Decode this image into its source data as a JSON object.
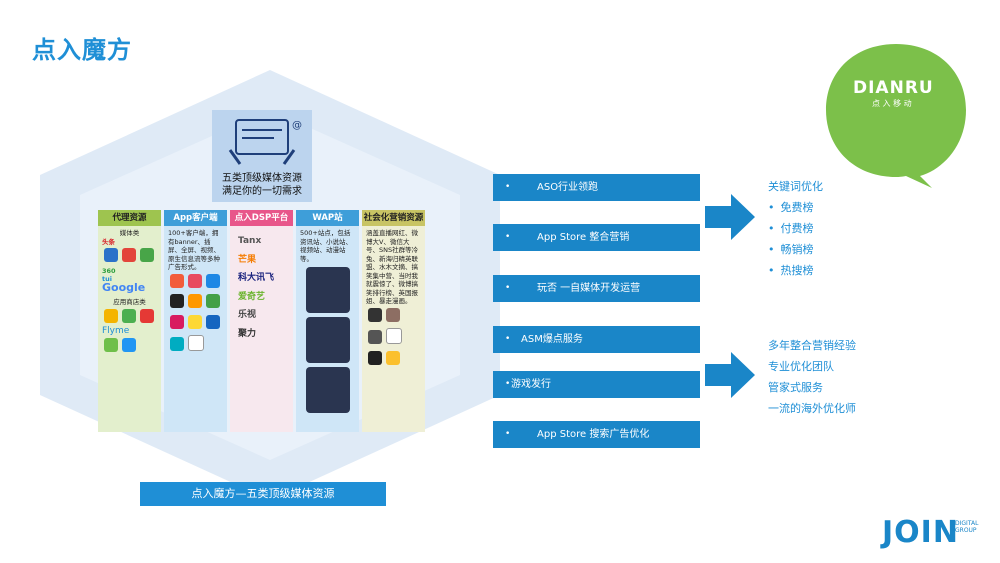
{
  "title": "点入魔方",
  "logo": {
    "brand": "DIANRU",
    "sub": "点 入 移 动"
  },
  "hexagon": {
    "caption_line1": "五类顶级媒体资源",
    "caption_line2": "满足你的一切需求",
    "columns": [
      {
        "header": "代理资源",
        "body": "媒体类",
        "section2": "应用商店类",
        "brands": [
          "头条",
          "360",
          "tui",
          "Google",
          "Flyme"
        ]
      },
      {
        "header": "App客户端",
        "body": "100+客户端，拥有banner、插屏、全屏、视频、原生信息流等多种广告形式。",
        "brands": []
      },
      {
        "header": "点入DSP平台",
        "body": "",
        "brands": [
          "Tanx",
          "芒果",
          "科大讯飞",
          "爱奇艺",
          "乐视",
          "聚力"
        ]
      },
      {
        "header": "WAP站",
        "body": "500+站点，包括资讯站、小说站、视频站、动漫站等。",
        "brands": []
      },
      {
        "header": "社会化营销资源",
        "body": "涵盖直播网红、微博大V、微信大号、SNS社群等冷兔、新海归精英联盟、水木文摘、搞笑集中营、当时我就震惊了、微博搞笑排行榜、英国报姐、暴走漫画。",
        "brands": []
      }
    ],
    "banner": "点入魔方—五类顶级媒体资源"
  },
  "buttons": [
    {
      "label": "ASO行业领跑",
      "dot": "•"
    },
    {
      "label": "App Store 整合营销",
      "dot": "•"
    },
    {
      "label": "玩否 一自媒体开发运营",
      "dot": "•"
    },
    {
      "label": "ASM爆点服务",
      "dot": "•"
    },
    {
      "label": "游戏发行",
      "dot": "•"
    },
    {
      "label": "App Store 搜索广告优化",
      "dot": "•"
    }
  ],
  "list1": {
    "heading": "关键词优化",
    "items": [
      "免费榜",
      "付费榜",
      "畅销榜",
      "热搜榜"
    ],
    "bullet": "•"
  },
  "list2": {
    "items": [
      "多年整合营销经验",
      "专业优化团队",
      "管家式服务",
      "一流的海外优化师"
    ]
  },
  "join": {
    "text": "JOIN",
    "sub1": "DIGITAL",
    "sub2": "GROUP"
  },
  "colors": {
    "accent": "#1f8fd6",
    "button": "#1a86c8",
    "logo_green": "#7cc04a"
  }
}
